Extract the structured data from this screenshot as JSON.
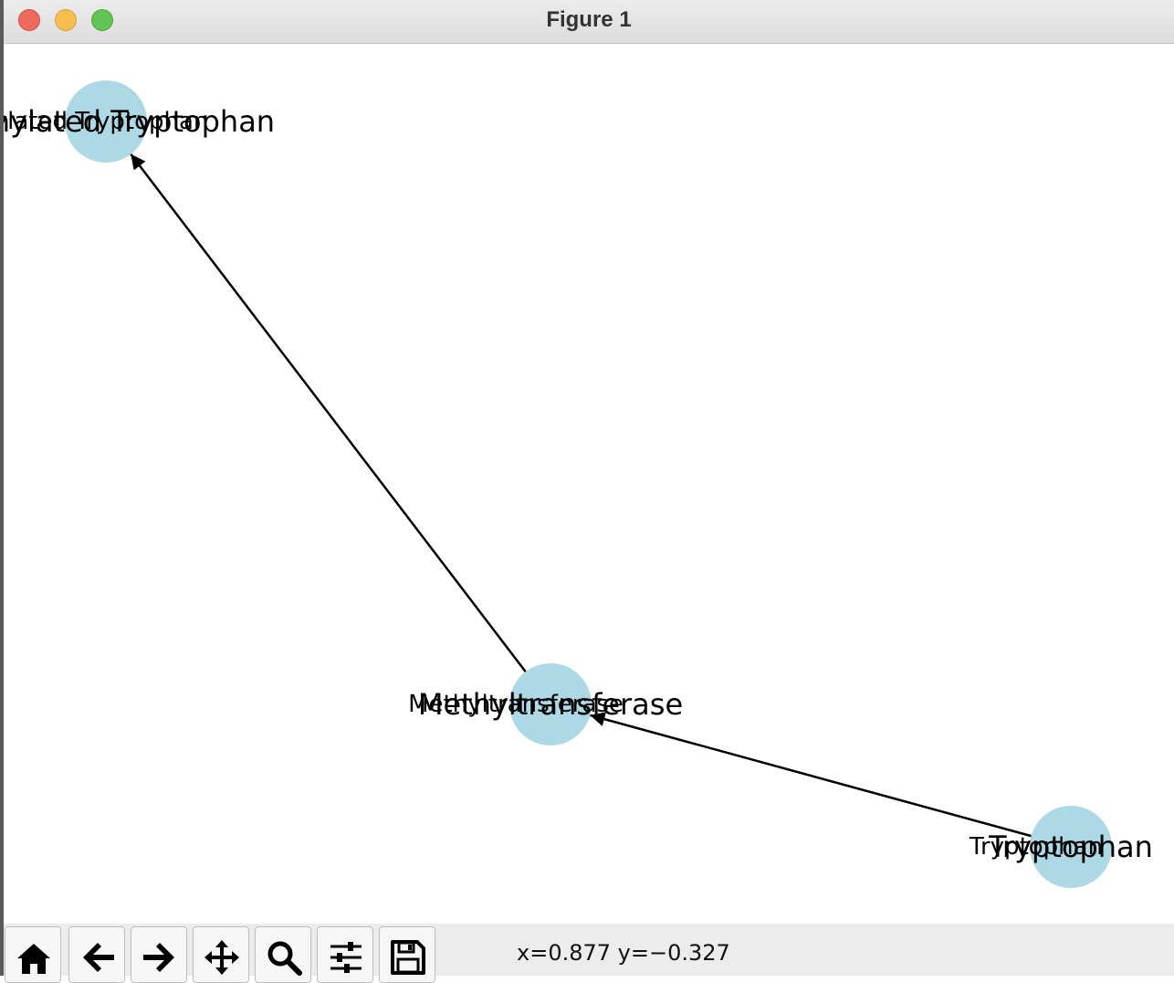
{
  "window": {
    "title": "Figure 1",
    "buttons": {
      "close": "close",
      "minimize": "minimize",
      "maximize": "maximize"
    }
  },
  "graph": {
    "node_color": "#add8e6",
    "edge_color": "#000000",
    "nodes": [
      {
        "id": "methylated-tryptophan",
        "labels": [
          "Methylated Tryptophan",
          "Methylated Tryptophan"
        ]
      },
      {
        "id": "methyltransferase",
        "labels": [
          "Methyltransferase",
          "Methyltransferase"
        ]
      },
      {
        "id": "tryptophan",
        "labels": [
          "Tryptophan",
          "Tryptophan"
        ]
      }
    ],
    "edges": [
      {
        "from": "tryptophan",
        "to": "methyltransferase"
      },
      {
        "from": "methyltransferase",
        "to": "methylated-tryptophan"
      }
    ]
  },
  "toolbar": {
    "buttons": [
      {
        "name": "home",
        "icon": "home-icon"
      },
      {
        "name": "back",
        "icon": "arrow-left-icon"
      },
      {
        "name": "forward",
        "icon": "arrow-right-icon"
      },
      {
        "name": "pan",
        "icon": "move-icon"
      },
      {
        "name": "zoom",
        "icon": "magnifier-icon"
      },
      {
        "name": "configure-subplots",
        "icon": "sliders-icon"
      },
      {
        "name": "save",
        "icon": "floppy-disk-icon"
      }
    ],
    "coordinates": "x=0.877 y=−0.327"
  }
}
